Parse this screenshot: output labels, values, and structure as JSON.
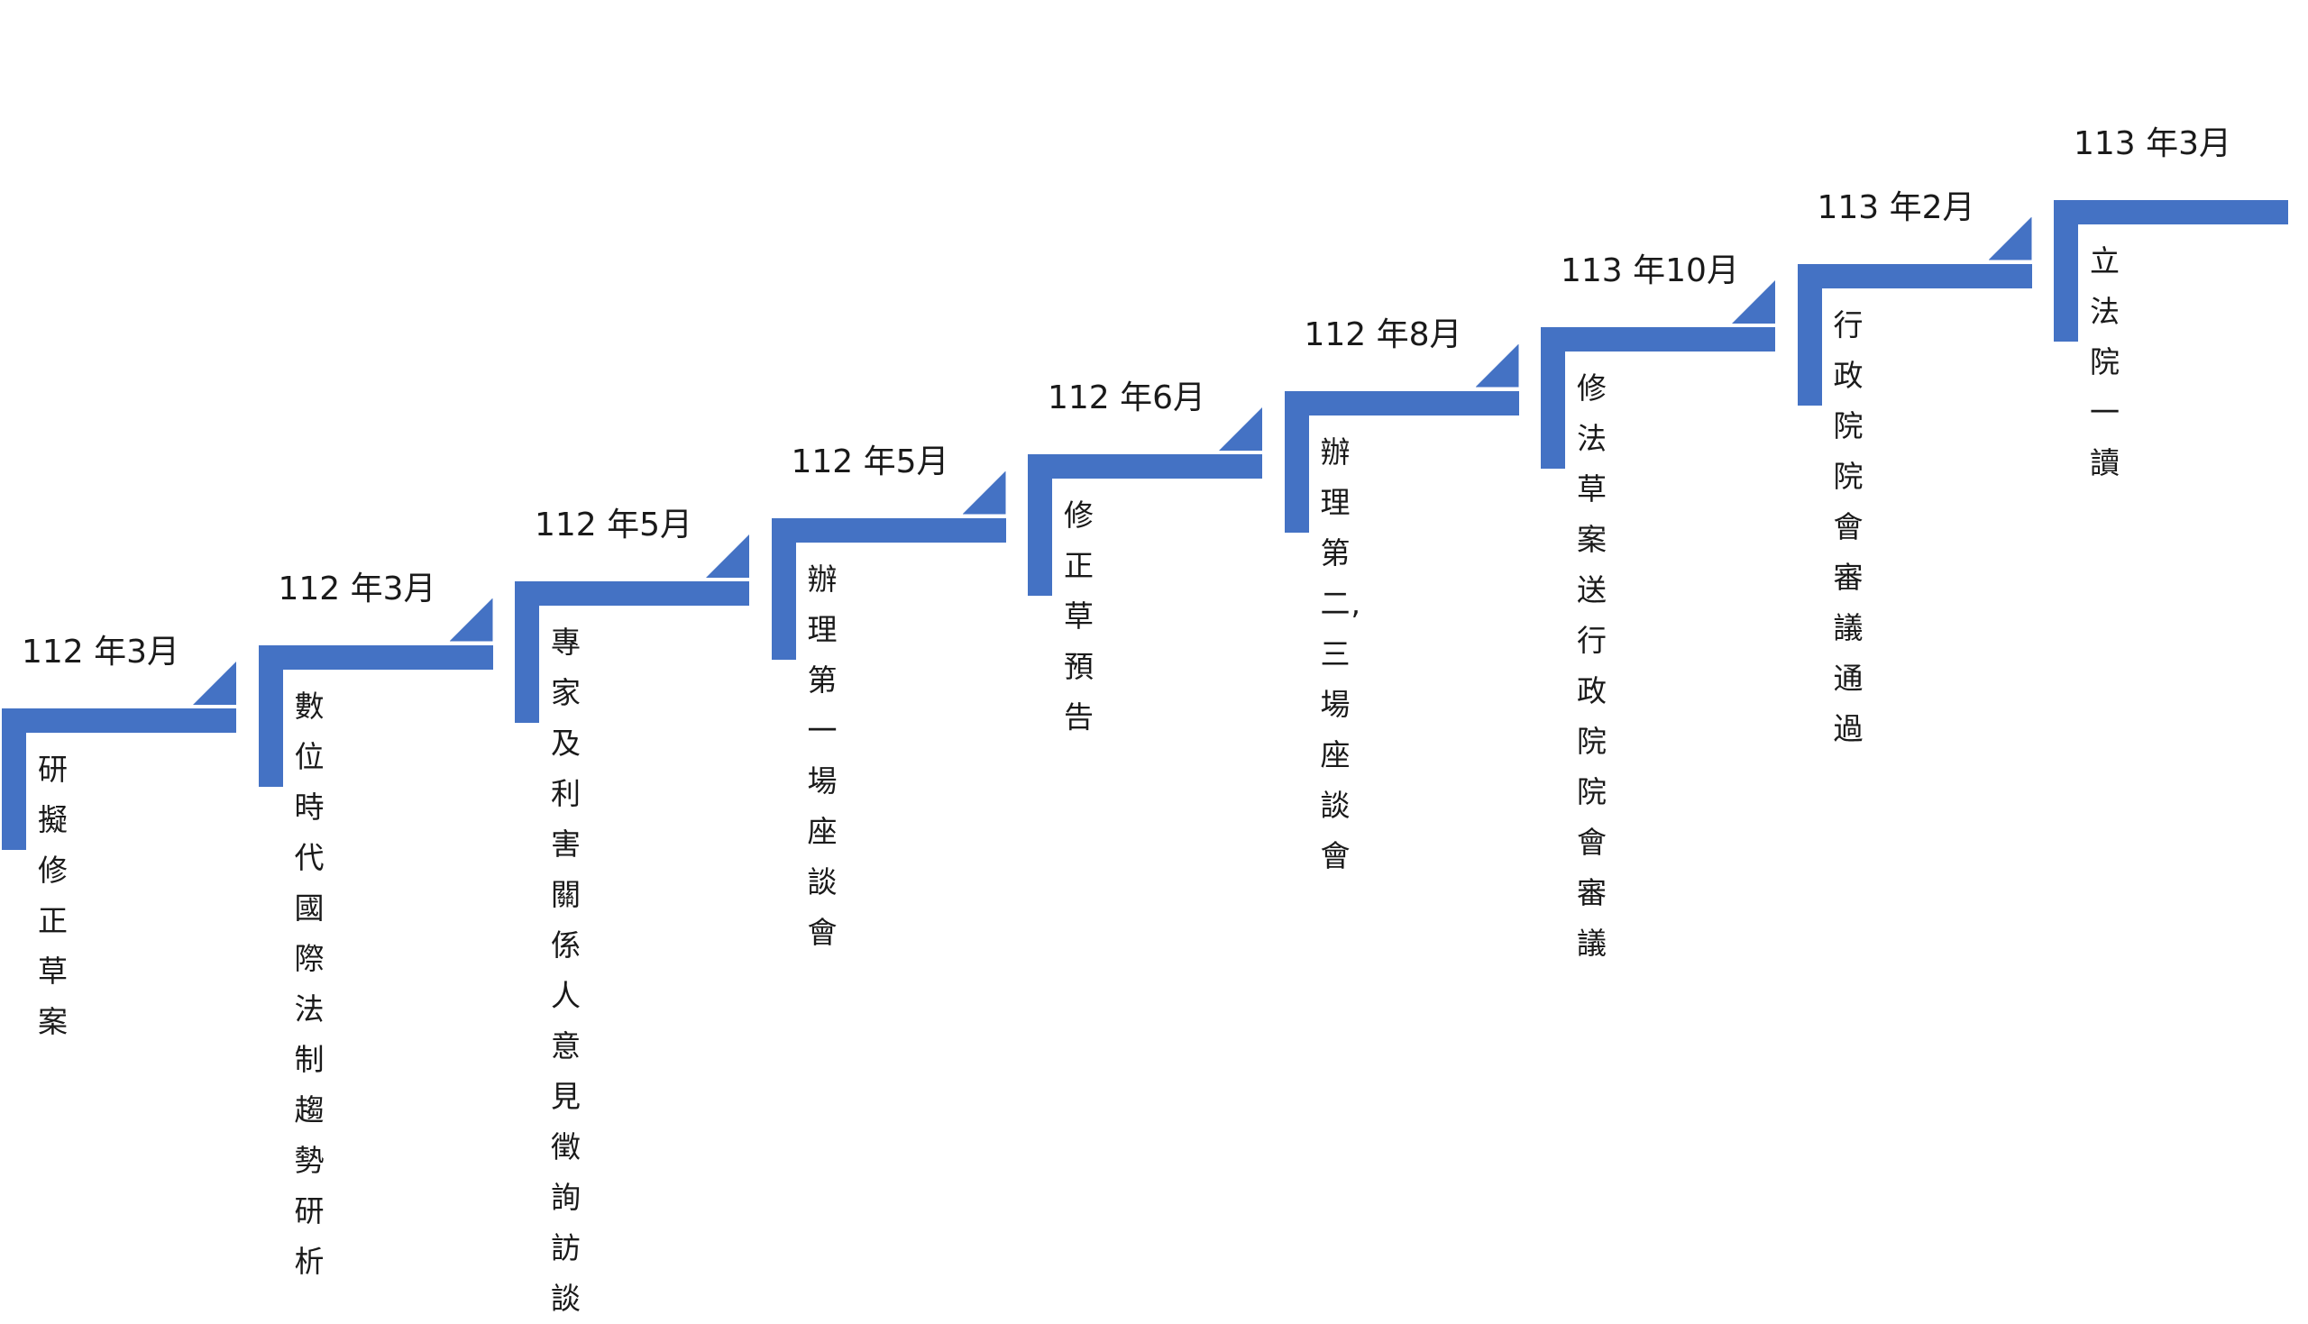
{
  "colors": {
    "accent": "#4472c4",
    "text": "#1a1a1a"
  },
  "steps": [
    {
      "date": "112 年3月",
      "lines": [
        "研擬修正草",
        "案"
      ]
    },
    {
      "date": "112 年3月",
      "lines": [
        "數位時代國",
        "際法制趨勢",
        "研析"
      ]
    },
    {
      "date": "112 年5月",
      "lines": [
        "專家及利害",
        "關係人意見",
        "徵詢訪談"
      ]
    },
    {
      "date": "112 年5月",
      "lines": [
        "辦理第一場",
        "座談會"
      ]
    },
    {
      "date": "112 年6月",
      "lines": [
        "修正草預告"
      ]
    },
    {
      "date": "112 年8月",
      "lines": [
        "辦理第二, 三",
        "場座談會"
      ]
    },
    {
      "date": "113 年10月",
      "lines": [
        "修法草案送",
        "行政院院會",
        "審議"
      ]
    },
    {
      "date": "113 年2月",
      "lines": [
        "行政院院會",
        "審議通過"
      ]
    },
    {
      "date": "113 年3月",
      "lines": [
        "立法院一讀"
      ]
    }
  ]
}
